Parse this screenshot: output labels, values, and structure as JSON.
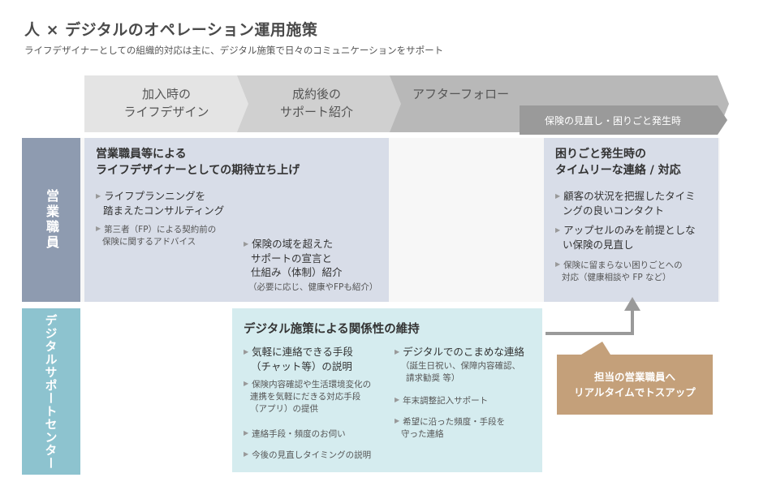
{
  "header": {
    "title": "人 × デジタルのオペレーション運用施策",
    "subtitle": "ライフデザイナーとしての組織的対応は主に、デジタル施策で日々のコミュニケーションをサポート"
  },
  "phases": [
    {
      "line1": "加入時の",
      "line2": "ライフデザイン"
    },
    {
      "line1": "成約後の",
      "line2": "サポート紹介"
    },
    {
      "line1": "アフターフォロー",
      "line2": ""
    }
  ],
  "sub_banner": "保険の見直し・困りごと発生時",
  "rows": {
    "sales": "営業職員",
    "digital": "デジタルサポートセンター"
  },
  "sales_box": {
    "title1": "営業職員等による",
    "title2": "ライフデザイナーとしての期待立ち上げ",
    "item1_l1": "ライフプランニングを",
    "item1_l2": "踏まえたコンサルティング",
    "item2_l1": "第三者（FP）による契約前の",
    "item2_l2": "保険に関するアドバイス",
    "item3_l1": "保険の域を超えた",
    "item3_l2": "サポートの宣言と",
    "item3_l3": "仕組み（体制）紹介",
    "item3_note": "（必要に応じ、健康やFPも紹介）"
  },
  "trouble_box": {
    "title1": "困りごと発生時の",
    "title2": "タイムリーな連絡 / 対応",
    "item1_l1": "顧客の状況を把握したタイミ",
    "item1_l2": "ングの良いコンタクト",
    "item2_l1": "アップセルのみを前提としな",
    "item2_l2": "い保険の見直し",
    "item3_l1": "保険に留まらない困りごとへの",
    "item3_l2": "対応（健康相談や FP など）"
  },
  "digital_box": {
    "title": "デジタル施策による関係性の維持",
    "left1_l1": "気軽に連絡できる手段",
    "left1_l2": "（チャット等）の説明",
    "left2_l1": "保険内容確認や生活環境変化の",
    "left2_l2": "連携を気軽にだきる対応手段",
    "left2_l3": "（アプリ）の提供",
    "left3": "連絡手段・頻度のお伺い",
    "left4": "今後の見直しタイミングの説明",
    "right1": "デジタルでのこまめな連絡",
    "right1_note1": "（誕生日祝い、保障内容確認、",
    "right1_note2": "請求勧奨 等）",
    "right2": "年末調整記入サポート",
    "right3_l1": "希望に沿った頻度・手段を",
    "right3_l2": "守った連絡"
  },
  "callout": {
    "line1": "担当の営業職員へ",
    "line2": "リアルタイムでトスアップ"
  },
  "colors": {
    "phase1": "#e4e4e4",
    "phase2": "#d0d0d0",
    "phase3": "#b8b8b8",
    "sub_banner": "#9a9a9a",
    "sales_side": "#8e9bb0",
    "sales_box": "#d8dde8",
    "digital_side": "#8dc3cf",
    "digital_box": "#d5ecef",
    "callout": "#c4a07a",
    "arrow": "#9a9a9a"
  }
}
